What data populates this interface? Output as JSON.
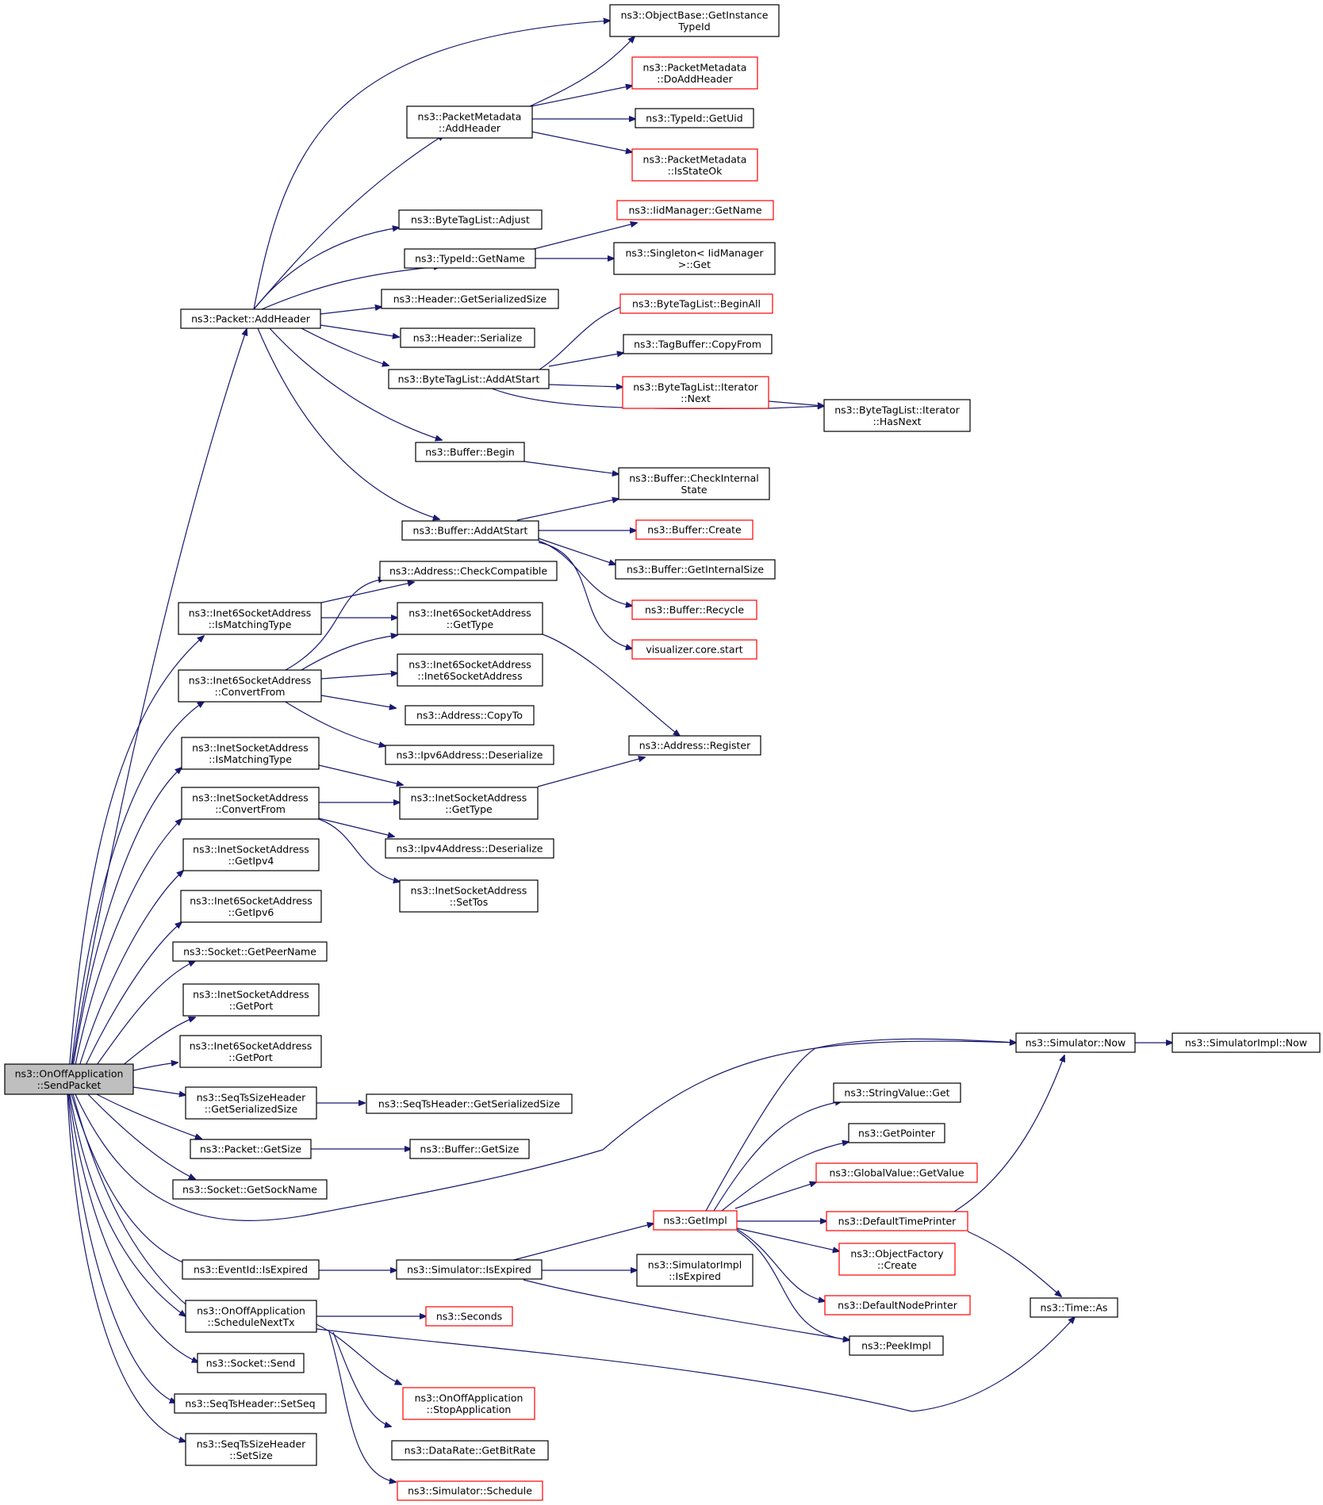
{
  "colors": {
    "edge": "#191970",
    "root_fill": "#bfbfbf",
    "node_fill": "#ffffff",
    "normal_border": "#000000",
    "truncated_border": "#ff0000"
  },
  "nodes": [
    {
      "id": "root",
      "lines": [
        "ns3::OnOffApplication",
        "::SendPacket"
      ],
      "style": "root"
    },
    {
      "id": "packet_addheader",
      "lines": [
        "ns3::Packet::AddHeader"
      ],
      "style": "normal"
    },
    {
      "id": "inet6_ismatching",
      "lines": [
        "ns3::Inet6SocketAddress",
        "::IsMatchingType"
      ],
      "style": "normal"
    },
    {
      "id": "inet6_convert",
      "lines": [
        "ns3::Inet6SocketAddress",
        "::ConvertFrom"
      ],
      "style": "normal"
    },
    {
      "id": "inet_ismatching",
      "lines": [
        "ns3::InetSocketAddress",
        "::IsMatchingType"
      ],
      "style": "normal"
    },
    {
      "id": "inet_convert",
      "lines": [
        "ns3::InetSocketAddress",
        "::ConvertFrom"
      ],
      "style": "normal"
    },
    {
      "id": "inet_getipv4",
      "lines": [
        "ns3::InetSocketAddress",
        "::GetIpv4"
      ],
      "style": "normal"
    },
    {
      "id": "inet6_getipv6",
      "lines": [
        "ns3::Inet6SocketAddress",
        "::GetIpv6"
      ],
      "style": "normal"
    },
    {
      "id": "socket_getpeer",
      "lines": [
        "ns3::Socket::GetPeerName"
      ],
      "style": "normal"
    },
    {
      "id": "inet_getport",
      "lines": [
        "ns3::InetSocketAddress",
        "::GetPort"
      ],
      "style": "normal"
    },
    {
      "id": "inet6_getport",
      "lines": [
        "ns3::Inet6SocketAddress",
        "::GetPort"
      ],
      "style": "normal"
    },
    {
      "id": "seqts_getser",
      "lines": [
        "ns3::SeqTsSizeHeader",
        "::GetSerializedSize"
      ],
      "style": "normal"
    },
    {
      "id": "packet_getsize",
      "lines": [
        "ns3::Packet::GetSize"
      ],
      "style": "normal"
    },
    {
      "id": "socket_getsock",
      "lines": [
        "ns3::Socket::GetSockName"
      ],
      "style": "normal"
    },
    {
      "id": "eventid_isexpired",
      "lines": [
        "ns3::EventId::IsExpired"
      ],
      "style": "normal"
    },
    {
      "id": "onoff_schedule",
      "lines": [
        "ns3::OnOffApplication",
        "::ScheduleNextTx"
      ],
      "style": "normal"
    },
    {
      "id": "socket_send",
      "lines": [
        "ns3::Socket::Send"
      ],
      "style": "normal"
    },
    {
      "id": "seqts_setseq",
      "lines": [
        "ns3::SeqTsHeader::SetSeq"
      ],
      "style": "normal"
    },
    {
      "id": "seqtssize_setsize",
      "lines": [
        "ns3::SeqTsSizeHeader",
        "::SetSize"
      ],
      "style": "normal"
    },
    {
      "id": "pm_addheader",
      "lines": [
        "ns3::PacketMetadata",
        "::AddHeader"
      ],
      "style": "normal"
    },
    {
      "id": "btl_adjust",
      "lines": [
        "ns3::ByteTagList::Adjust"
      ],
      "style": "normal"
    },
    {
      "id": "typeid_getname",
      "lines": [
        "ns3::TypeId::GetName"
      ],
      "style": "normal"
    },
    {
      "id": "header_getser",
      "lines": [
        "ns3::Header::GetSerializedSize"
      ],
      "style": "normal"
    },
    {
      "id": "header_serialize",
      "lines": [
        "ns3::Header::Serialize"
      ],
      "style": "normal"
    },
    {
      "id": "btl_addatstart",
      "lines": [
        "ns3::ByteTagList::AddAtStart"
      ],
      "style": "normal"
    },
    {
      "id": "buffer_begin",
      "lines": [
        "ns3::Buffer::Begin"
      ],
      "style": "normal"
    },
    {
      "id": "buffer_addatstart",
      "lines": [
        "ns3::Buffer::AddAtStart"
      ],
      "style": "normal"
    },
    {
      "id": "address_checkcompat",
      "lines": [
        "ns3::Address::CheckCompatible"
      ],
      "style": "normal"
    },
    {
      "id": "inet6_gettype",
      "lines": [
        "ns3::Inet6SocketAddress",
        "::GetType"
      ],
      "style": "normal"
    },
    {
      "id": "inet6_ctor",
      "lines": [
        "ns3::Inet6SocketAddress",
        "::Inet6SocketAddress"
      ],
      "style": "normal"
    },
    {
      "id": "address_copyto",
      "lines": [
        "ns3::Address::CopyTo"
      ],
      "style": "normal"
    },
    {
      "id": "ipv6_deser",
      "lines": [
        "ns3::Ipv6Address::Deserialize"
      ],
      "style": "normal"
    },
    {
      "id": "inet_gettype",
      "lines": [
        "ns3::InetSocketAddress",
        "::GetType"
      ],
      "style": "normal"
    },
    {
      "id": "ipv4_deser",
      "lines": [
        "ns3::Ipv4Address::Deserialize"
      ],
      "style": "normal"
    },
    {
      "id": "inet_settos",
      "lines": [
        "ns3::InetSocketAddress",
        "::SetTos"
      ],
      "style": "normal"
    },
    {
      "id": "seqts_getser2",
      "lines": [
        "ns3::SeqTsHeader::GetSerializedSize"
      ],
      "style": "normal"
    },
    {
      "id": "buffer_getsize",
      "lines": [
        "ns3::Buffer::GetSize"
      ],
      "style": "normal"
    },
    {
      "id": "sim_isexpired",
      "lines": [
        "ns3::Simulator::IsExpired"
      ],
      "style": "normal"
    },
    {
      "id": "ns3_seconds",
      "lines": [
        "ns3::Seconds"
      ],
      "style": "truncated"
    },
    {
      "id": "onoff_stopapp",
      "lines": [
        "ns3::OnOffApplication",
        "::StopApplication"
      ],
      "style": "truncated"
    },
    {
      "id": "datarate_getbitrate",
      "lines": [
        "ns3::DataRate::GetBitRate"
      ],
      "style": "normal"
    },
    {
      "id": "sim_schedule",
      "lines": [
        "ns3::Simulator::Schedule"
      ],
      "style": "truncated"
    },
    {
      "id": "objbase_getinstance",
      "lines": [
        "ns3::ObjectBase::GetInstance",
        "TypeId"
      ],
      "style": "normal"
    },
    {
      "id": "pm_doaddheader",
      "lines": [
        "ns3::PacketMetadata",
        "::DoAddHeader"
      ],
      "style": "truncated"
    },
    {
      "id": "typeid_getuid",
      "lines": [
        "ns3::TypeId::GetUid"
      ],
      "style": "normal"
    },
    {
      "id": "pm_isstateok",
      "lines": [
        "ns3::PacketMetadata",
        "::IsStateOk"
      ],
      "style": "truncated"
    },
    {
      "id": "iidmgr_getname",
      "lines": [
        "ns3::IidManager::GetName"
      ],
      "style": "truncated"
    },
    {
      "id": "singleton_get",
      "lines": [
        "ns3::Singleton< IidManager",
        ">::Get"
      ],
      "style": "normal"
    },
    {
      "id": "btl_beginall",
      "lines": [
        "ns3::ByteTagList::BeginAll"
      ],
      "style": "truncated"
    },
    {
      "id": "tagbuffer_copyfrom",
      "lines": [
        "ns3::TagBuffer::CopyFrom"
      ],
      "style": "normal"
    },
    {
      "id": "btl_iter_next",
      "lines": [
        "ns3::ByteTagList::Iterator",
        "::Next"
      ],
      "style": "truncated"
    },
    {
      "id": "btl_iter_hasnext",
      "lines": [
        "ns3::ByteTagList::Iterator",
        "::HasNext"
      ],
      "style": "normal"
    },
    {
      "id": "buffer_checkinternal",
      "lines": [
        "ns3::Buffer::CheckInternal",
        "State"
      ],
      "style": "normal"
    },
    {
      "id": "buffer_create",
      "lines": [
        "ns3::Buffer::Create"
      ],
      "style": "truncated"
    },
    {
      "id": "buffer_getinternalsize",
      "lines": [
        "ns3::Buffer::GetInternalSize"
      ],
      "style": "normal"
    },
    {
      "id": "buffer_recycle",
      "lines": [
        "ns3::Buffer::Recycle"
      ],
      "style": "truncated"
    },
    {
      "id": "visualizer_start",
      "lines": [
        "visualizer.core.start"
      ],
      "style": "truncated"
    },
    {
      "id": "address_register",
      "lines": [
        "ns3::Address::Register"
      ],
      "style": "normal"
    },
    {
      "id": "sim_now",
      "lines": [
        "ns3::Simulator::Now"
      ],
      "style": "normal"
    },
    {
      "id": "simimpl_now",
      "lines": [
        "ns3::SimulatorImpl::Now"
      ],
      "style": "normal"
    },
    {
      "id": "stringvalue_get",
      "lines": [
        "ns3::StringValue::Get"
      ],
      "style": "normal"
    },
    {
      "id": "getpointer",
      "lines": [
        "ns3::GetPointer"
      ],
      "style": "normal"
    },
    {
      "id": "globalvalue_getvalue",
      "lines": [
        "ns3::GlobalValue::GetValue"
      ],
      "style": "truncated"
    },
    {
      "id": "ns3_getimpl",
      "lines": [
        "ns3::GetImpl"
      ],
      "style": "truncated"
    },
    {
      "id": "defaulttimeprinter",
      "lines": [
        "ns3::DefaultTimePrinter"
      ],
      "style": "truncated"
    },
    {
      "id": "objfactory_create",
      "lines": [
        "ns3::ObjectFactory",
        "::Create"
      ],
      "style": "truncated"
    },
    {
      "id": "defaultnodeprinter",
      "lines": [
        "ns3::DefaultNodePrinter"
      ],
      "style": "truncated"
    },
    {
      "id": "simimpl_isexpired",
      "lines": [
        "ns3::SimulatorImpl",
        "::IsExpired"
      ],
      "style": "normal"
    },
    {
      "id": "peekimpl",
      "lines": [
        "ns3::PeekImpl"
      ],
      "style": "normal"
    },
    {
      "id": "time_as",
      "lines": [
        "ns3::Time::As"
      ],
      "style": "normal"
    }
  ]
}
